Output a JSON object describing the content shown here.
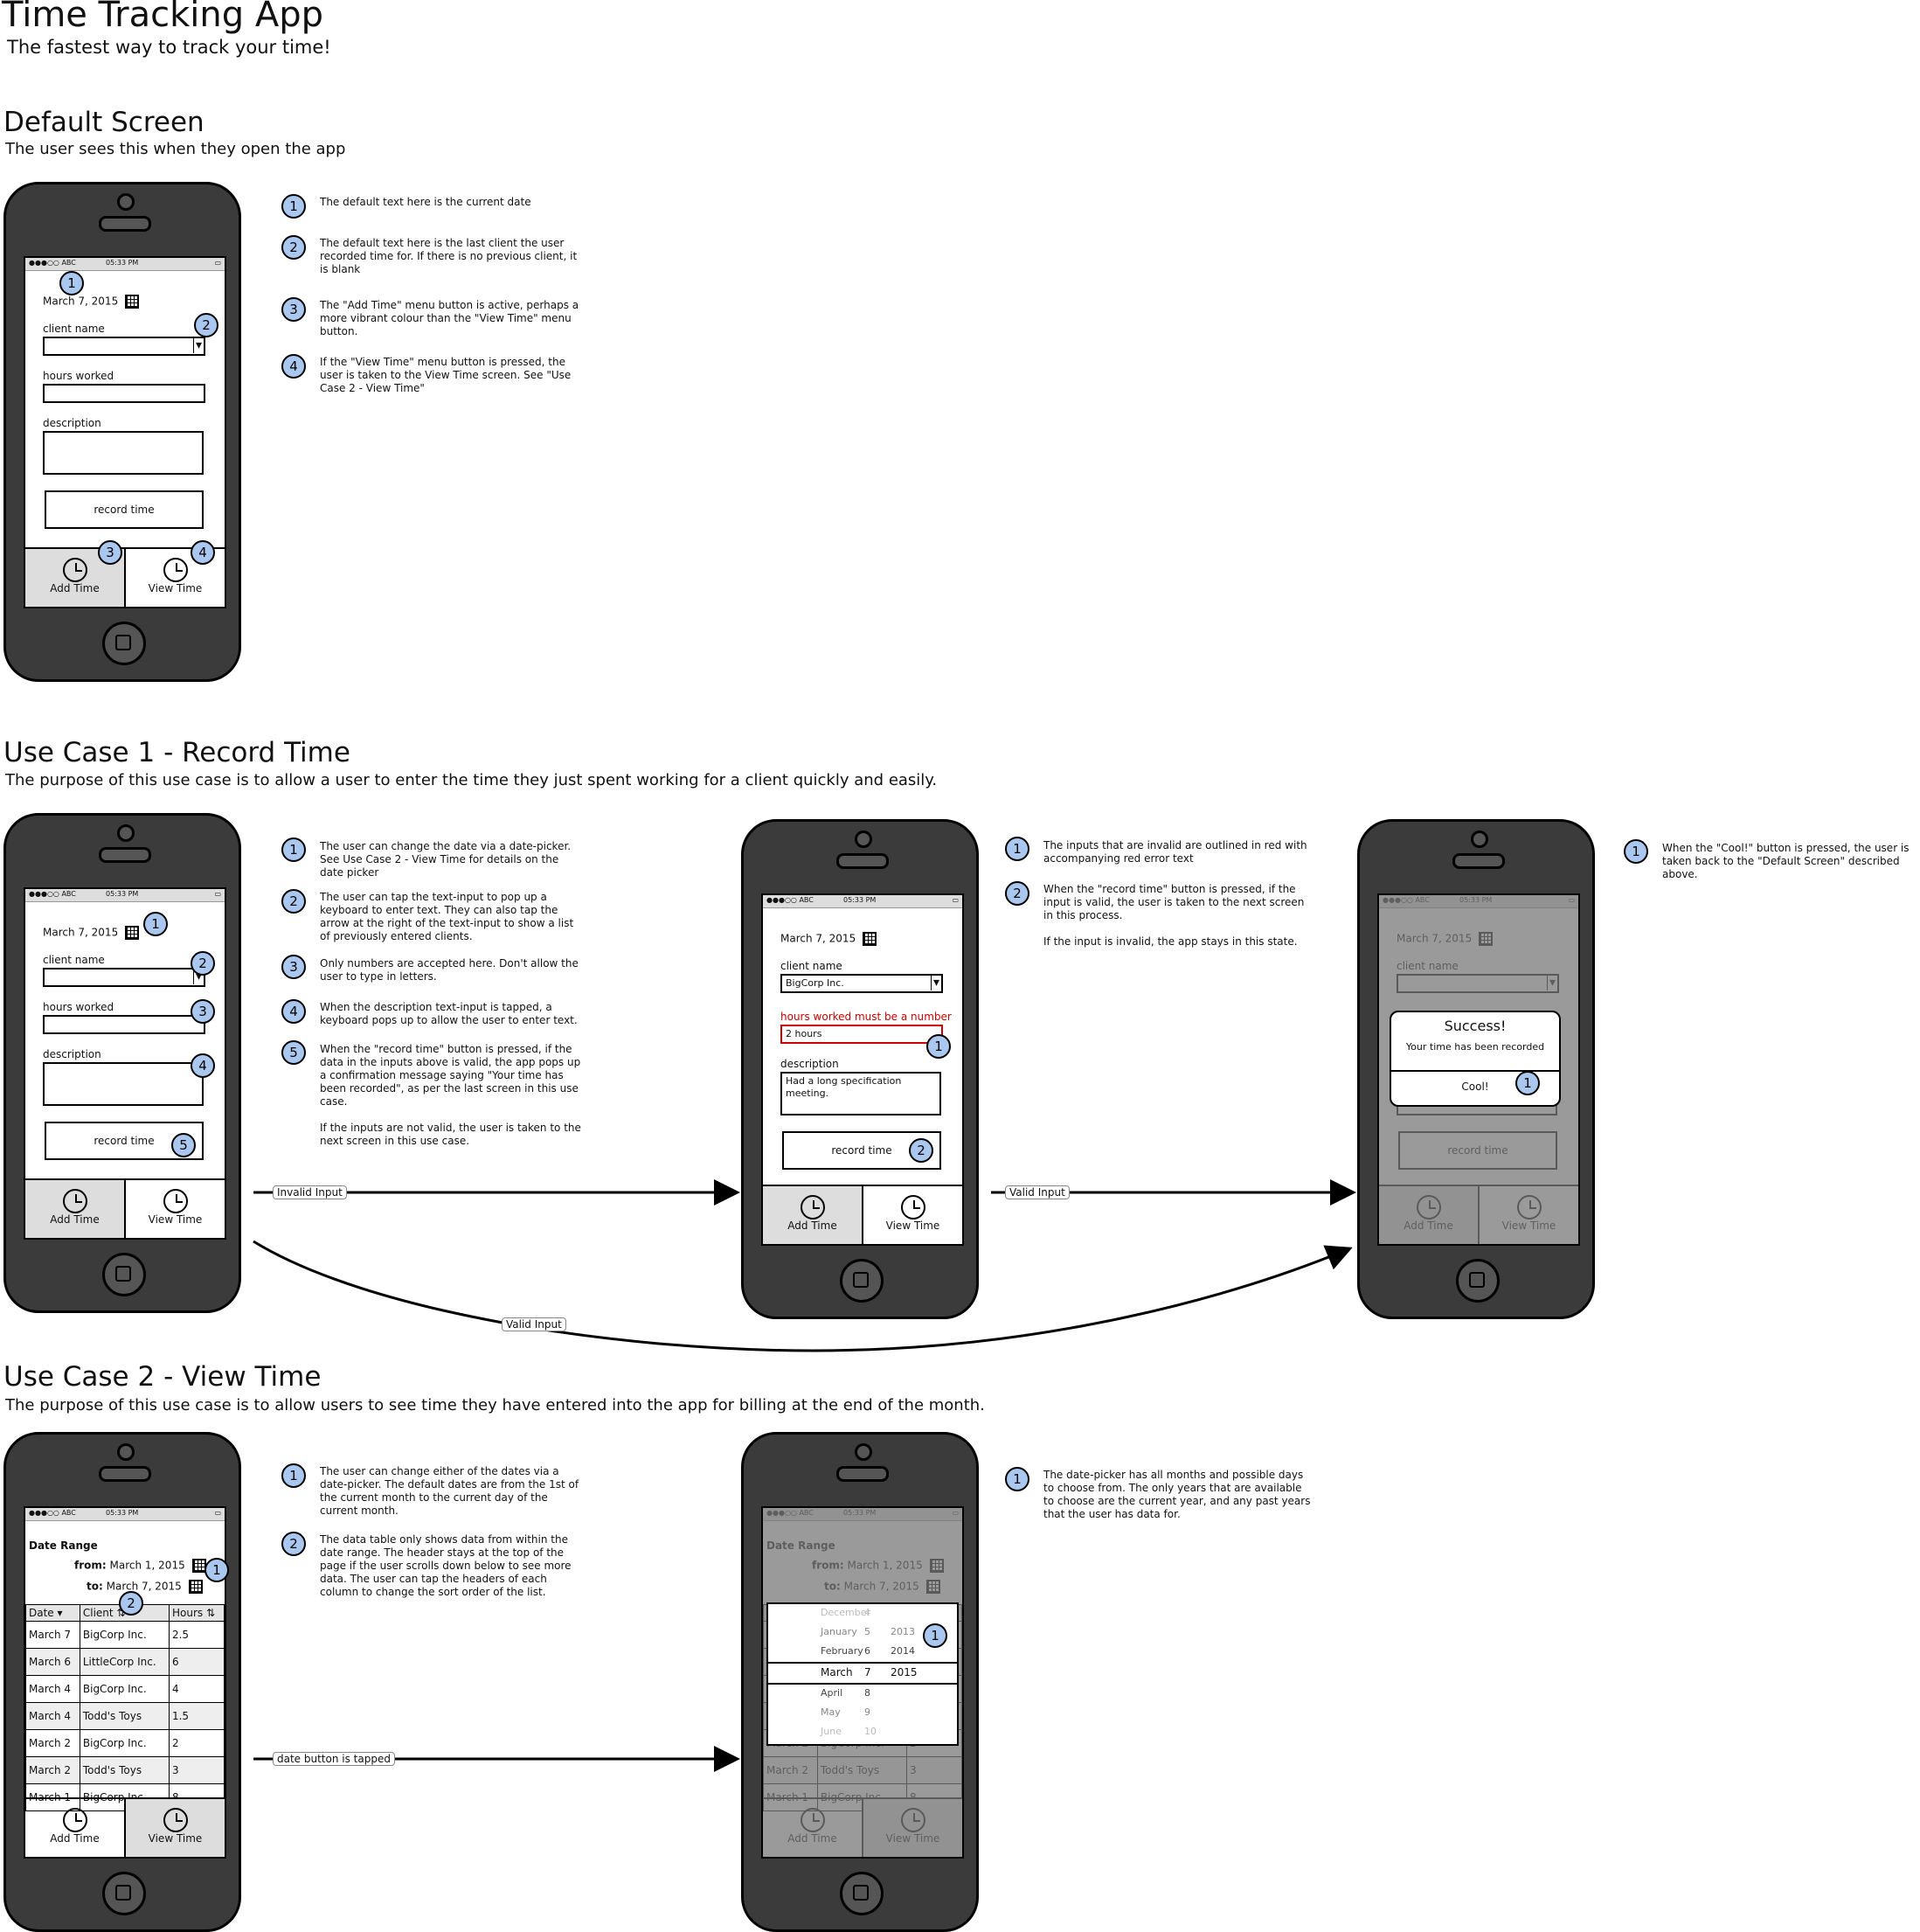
{
  "header": {
    "title": "Time Tracking App",
    "subtitle": "The fastest way to track your time!"
  },
  "sections": {
    "default": {
      "title": "Default Screen",
      "subtitle": "The user sees this when they open the app"
    },
    "uc1": {
      "title": "Use Case 1 - Record Time",
      "subtitle": "The purpose of this use case is to allow a user to enter the time they just spent working for a client quickly and easily."
    },
    "uc2": {
      "title": "Use Case 2 - View Time",
      "subtitle": "The purpose of this use case is to allow users to see time they have entered into the app for billing at the end of the month."
    }
  },
  "status": {
    "carrier": "●●●○○ ABC",
    "time": "05:33 PM",
    "battery": "▭"
  },
  "form": {
    "date": "March 7, 2015",
    "client_label": "client name",
    "hours_label": "hours worked",
    "description_label": "description",
    "record_label": "record time"
  },
  "tabs": {
    "add": "Add Time",
    "view": "View Time"
  },
  "invalid": {
    "client_value": "BigCorp Inc.",
    "error": "hours worked must be a number",
    "hours_value": "2 hours",
    "description_value": "Had a long specification meeting."
  },
  "success": {
    "title": "Success!",
    "message": "Your time has been recorded",
    "ok": "Cool!"
  },
  "arrows": {
    "invalid": "Invalid Input",
    "valid": "Valid Input",
    "valid2": "Valid Input",
    "date_tapped": "date button is tapped"
  },
  "notes": {
    "default": [
      "The default text here is the current date",
      "The default text here is the last client the user recorded time for.  If there is no previous client, it is blank",
      "The \"Add Time\" menu button is active, perhaps a more vibrant colour than the \"View Time\" menu button.",
      "If the \"View Time\" menu button is pressed, the user is taken to the View Time screen.  See \"Use Case 2 - View Time\""
    ],
    "uc1": [
      "The user can change the date via a date-picker.  See Use Case 2 - View Time for details on the date picker",
      "The user can tap the text-input to pop up a keyboard to enter text.  They can also tap the arrow at the right of the text-input to show a list of previously entered clients.",
      "Only numbers are accepted here.  Don't allow the user to type in letters.",
      "When the description text-input is tapped, a keyboard pops up to allow the user to enter text.",
      "When the \"record time\" button is pressed, if the data in the inputs above is valid, the app pops up a confirmation message saying \"Your time has been recorded\", as per the last screen in this use case.\n\nIf the inputs are not valid, the user is taken to the next screen in this use case."
    ],
    "uc1b": [
      "The inputs that are invalid are outlined in red with accompanying red error text",
      "When the \"record time\" button is pressed, if the input is valid, the user is taken to the next screen in this process.\n\nIf the input is invalid, the app stays in this state."
    ],
    "uc1c": [
      "When the \"Cool!\" button is pressed, the user is taken back to the \"Default Screen\" described above."
    ],
    "uc2": [
      "The user can change either of the dates via a date-picker.  The default dates are from the 1st of the current month to the current day of the current month.",
      "The data table only shows data from within the date range.  The header stays at the top of the page if the user scrolls down below to see more data.  The user can tap the headers of each column to change the sort order of the list."
    ],
    "uc2b": [
      "The date-picker has all months and possible days to choose from.  The only years that are available to choose are the current year, and any past years that the user has data for."
    ]
  },
  "viewtime": {
    "range_label": "Date Range",
    "from_label": "from:",
    "from": "March 1, 2015",
    "to_label": "to:",
    "to": "March 7, 2015",
    "headers": [
      "Date",
      "Client",
      "Hours"
    ],
    "rows": [
      [
        "March 7",
        "BigCorp Inc.",
        "2.5"
      ],
      [
        "March 6",
        "LittleCorp Inc.",
        "6"
      ],
      [
        "March 4",
        "BigCorp Inc.",
        "4"
      ],
      [
        "March 4",
        "Todd's Toys",
        "1.5"
      ],
      [
        "March 2",
        "BigCorp Inc.",
        "2"
      ],
      [
        "March 2",
        "Todd's Toys",
        "3"
      ],
      [
        "March 1",
        "BigCorp Inc.",
        "8"
      ]
    ]
  },
  "picker": {
    "rows": [
      [
        "December",
        "4",
        ""
      ],
      [
        "January",
        "5",
        "2013"
      ],
      [
        "February",
        "6",
        "2014"
      ],
      [
        "March",
        "7",
        "2015"
      ],
      [
        "April",
        "8",
        ""
      ],
      [
        "May",
        "9",
        ""
      ],
      [
        "June",
        "10",
        ""
      ]
    ]
  },
  "colors": {
    "badge": "#a9c7ef",
    "error": "#cc0000",
    "phone": "#3b3b3b"
  }
}
